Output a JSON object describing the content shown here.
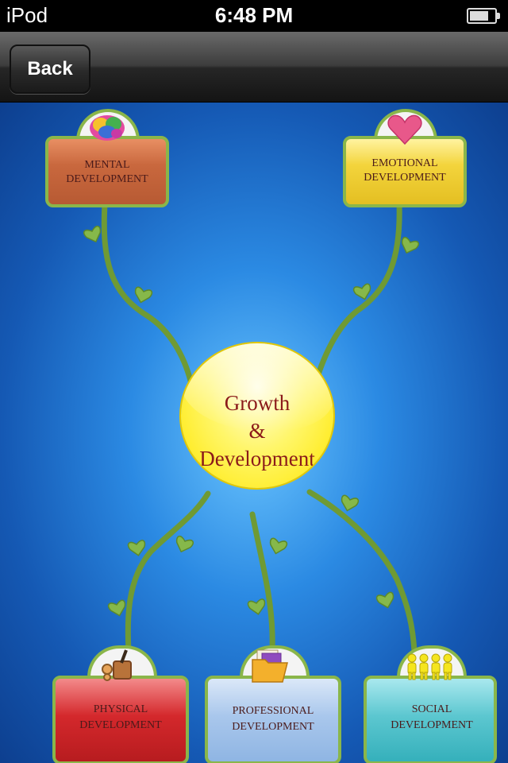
{
  "status_bar": {
    "carrier": "iPod",
    "time": "6:48 PM",
    "battery_level": 0.75
  },
  "nav": {
    "back_label": "Back"
  },
  "center": {
    "line1": "Growth",
    "line2": "&",
    "line3": "Development"
  },
  "nodes": [
    {
      "line1": "MENTAL",
      "line2": "DEVELOPMENT",
      "icon": "brain-icon",
      "color": "#c9683e"
    },
    {
      "line1": "EMOTIONAL",
      "line2": "DEVELOPMENT",
      "icon": "heart-icon",
      "color": "#f3d43c"
    },
    {
      "line1": "PHYSICAL",
      "line2": "DEVELOPMENT",
      "icon": "exercise-icon",
      "color": "#d4282c"
    },
    {
      "line1": "PROFESSIONAL",
      "line2": "DEVELOPMENT",
      "icon": "folder-icon",
      "color": "#8fb5e3"
    },
    {
      "line1": "SOCIAL",
      "line2": "DEVELOPMENT",
      "icon": "people-icon",
      "color": "#3fbcc6"
    }
  ]
}
